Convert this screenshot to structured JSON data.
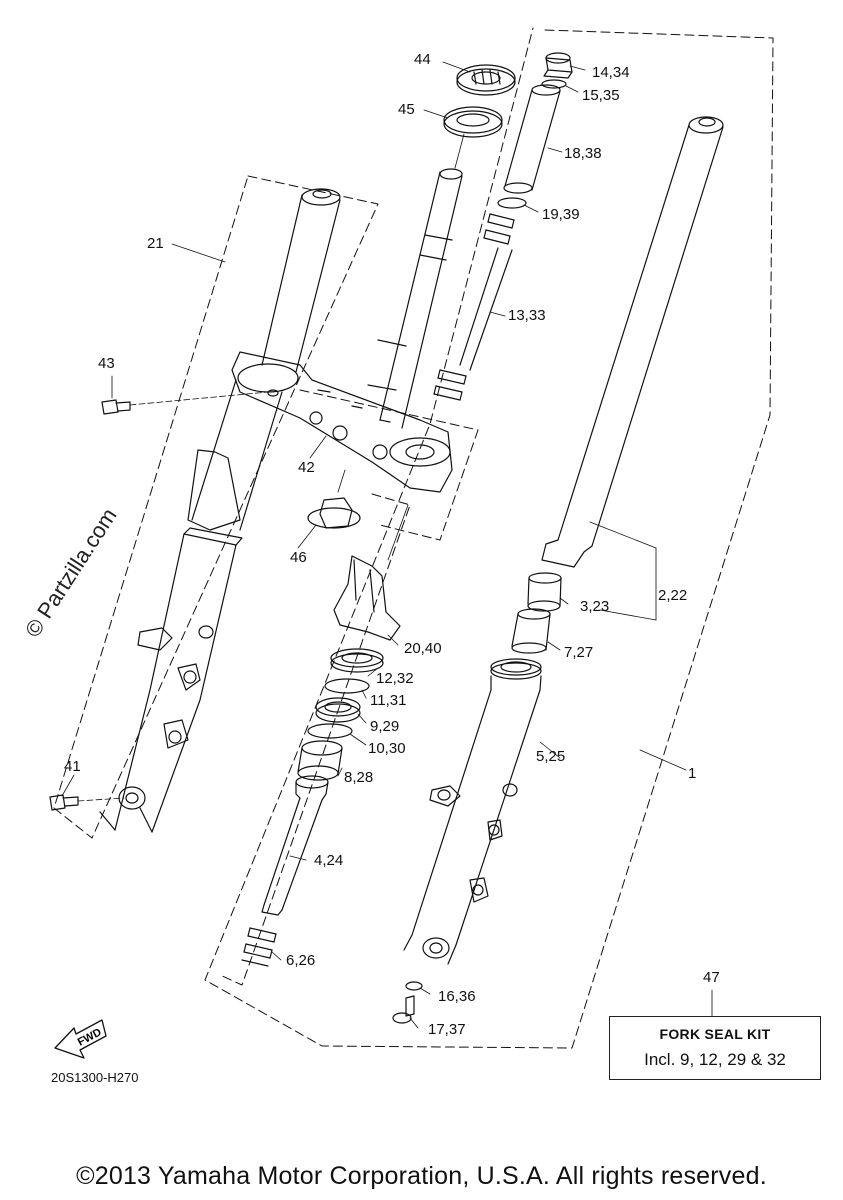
{
  "labels": {
    "p44": "44",
    "p45": "45",
    "p14_34": "14,34",
    "p15_35": "15,35",
    "p18_38": "18,38",
    "p19_39": "19,39",
    "p13_33": "13,33",
    "p21": "21",
    "p43": "43",
    "p42": "42",
    "p46": "46",
    "p2_22": "2,22",
    "p3_23": "3,23",
    "p7_27": "7,27",
    "p20_40": "20,40",
    "p12_32": "12,32",
    "p11_31": "11,31",
    "p9_29": "9,29",
    "p10_30": "10,30",
    "p8_28": "8,28",
    "p5_25": "5,25",
    "p1": "1",
    "p41": "41",
    "p4_24": "4,24",
    "p6_26": "6,26",
    "p16_36": "16,36",
    "p17_37": "17,37",
    "p47": "47"
  },
  "kit": {
    "title": "FORK SEAL KIT",
    "incl": "Incl. 9, 12, 29 & 32"
  },
  "watermark": "© Partzilla.com",
  "fwd": "FWD",
  "drawing_code": "20S1300-H270",
  "copyright": "©2013 Yamaha Motor Corporation, U.S.A. All rights reserved."
}
